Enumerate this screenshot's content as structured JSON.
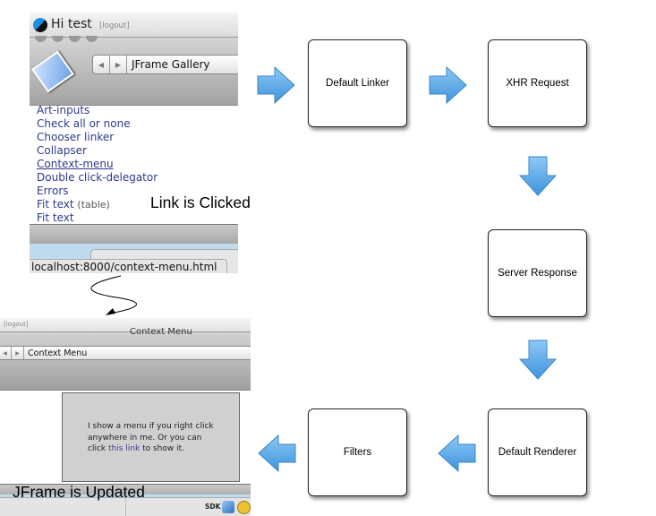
{
  "top_screenshot": {
    "greeting": "Hi test",
    "logout": "[logout]",
    "nav_title": "JFrame Gallery",
    "links": [
      {
        "label": "Art-inputs"
      },
      {
        "label": "Check all or none"
      },
      {
        "label": "Chooser linker"
      },
      {
        "label": "Collapser"
      },
      {
        "label": "Context-menu",
        "underlined": true
      },
      {
        "label": "Double click-delegator"
      },
      {
        "label": "Errors"
      },
      {
        "label": "Fit text",
        "suffix": "(table)"
      },
      {
        "label": "Fit text"
      }
    ],
    "status_url": "localhost:8000/context-menu.html",
    "caption": "Link is Clicked"
  },
  "bottom_screenshot": {
    "logout": "[logout]",
    "window_title": "Context Menu",
    "nav_title": "Context Menu",
    "content_text_1": "I show a menu if you right click anywhere in me. Or you can click",
    "content_link": "this link",
    "content_text_2": "to show it.",
    "dock_label": "SDK",
    "caption": "JFrame is Updated"
  },
  "flow": {
    "steps": [
      "Default Linker",
      "XHR Request",
      "Server Response",
      "Default Renderer",
      "Filters"
    ],
    "arrow_color": "#4fa3e3"
  }
}
